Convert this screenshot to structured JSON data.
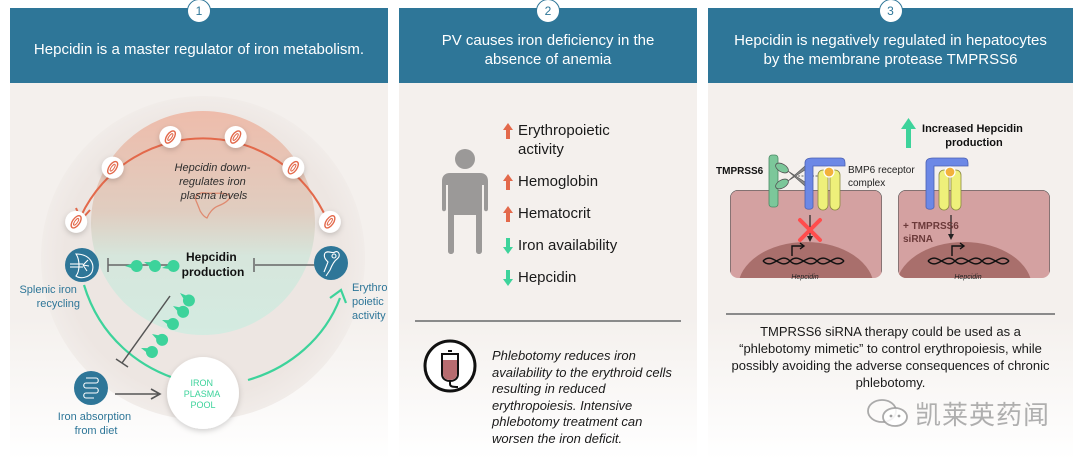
{
  "colors": {
    "header_bg": "#2e7698",
    "panel_bg": "#f4f0ed",
    "teal_icon": "#2e7698",
    "green_accent": "#3dd39b",
    "orange_accent": "#e3694b",
    "cell_pink": "#d4a1a1",
    "nucleus": "#a96f6c",
    "tmprss6_green": "#7cc79a",
    "receptor_blue": "#6c88e6",
    "receptor_yellow": "#eef07a",
    "ligand_orange": "#f2b13b"
  },
  "panels": [
    {
      "step": "1",
      "title": "Hepcidin is a master regulator of iron metabolism.",
      "diagram": {
        "center_note": [
          "Hepcidin down-",
          "regulates iron",
          "plasma levels"
        ],
        "center_label": [
          "Hepcidin",
          "production"
        ],
        "nodes": {
          "spleen": {
            "icon": "spleen-icon",
            "label": [
              "Splenic iron",
              "recycling"
            ]
          },
          "bone_marrow": {
            "icon": "bone-marrow-icon",
            "label": [
              "Erythro-",
              "poietic",
              "activity"
            ]
          },
          "intestine": {
            "icon": "intestine-icon",
            "label": [
              "Iron absorption",
              "from diet"
            ]
          },
          "pool": {
            "label": [
              "IRON",
              "PLASMA",
              "POOL"
            ]
          }
        },
        "red_cell_count": 6
      }
    },
    {
      "step": "2",
      "title": "PV causes iron deficiency in the absence of anemia",
      "conditions": [
        {
          "direction": "up",
          "label": "Erythropoietic activity"
        },
        {
          "direction": "up",
          "label": "Hemoglobin"
        },
        {
          "direction": "up",
          "label": "Hematocrit"
        },
        {
          "direction": "down",
          "label": "Iron availability"
        },
        {
          "direction": "down",
          "label": "Hepcidin"
        }
      ],
      "phlebotomy_icon": "blood-bag-icon",
      "phlebotomy_text": "Phlebotomy reduces iron availability to the erythroid cells resulting in reduced erythropoiesis. Intensive phlebotomy treatment can worsen the iron deficit."
    },
    {
      "step": "3",
      "title": "Hepcidin is negatively regulated in hepatocytes by the membrane protease TMPRSS6",
      "diagram": {
        "tmprss6_label": "TMPRSS6",
        "receptor_label": [
          "BMP6 receptor",
          "complex"
        ],
        "increase_label": [
          "Increased Hepcidin",
          "production"
        ],
        "sirna_label": [
          "+ TMPRSS6",
          "siRNA"
        ],
        "gene_label": "Hepcidin"
      },
      "caption": "TMPRSS6 siRNA therapy could be used as a “phlebotomy mimetic” to control erythropoiesis, while possibly avoiding the adverse consequences of chronic phlebotomy."
    }
  ],
  "watermark": {
    "text": "凯莱英药闻",
    "icon": "wechat-icon"
  }
}
